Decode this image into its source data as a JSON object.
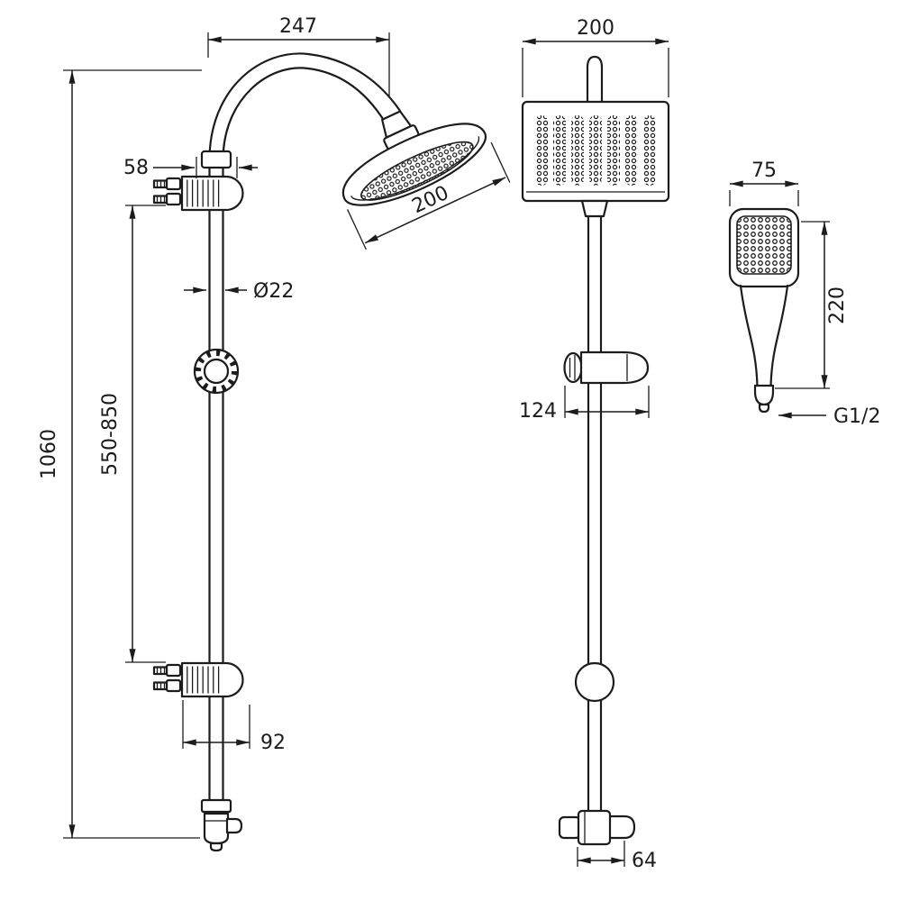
{
  "meta": {
    "kind": "technical dimension drawing",
    "subject": "shower column set - side view, front view and hand shower",
    "line_color": "#1c1c1c",
    "background": "#ffffff"
  },
  "side_view": {
    "arm_reach": "247",
    "head_diameter": "200",
    "top_offset": "58",
    "pipe_diameter": "Ø22",
    "total_height": "1060",
    "bracket_spacing": "550-850",
    "bracket_depth": "92"
  },
  "front_view": {
    "head_width": "200",
    "slider_length": "124",
    "diverter_width": "64"
  },
  "hand_shower": {
    "head_width": "75",
    "length": "220",
    "thread": "G1/2"
  }
}
